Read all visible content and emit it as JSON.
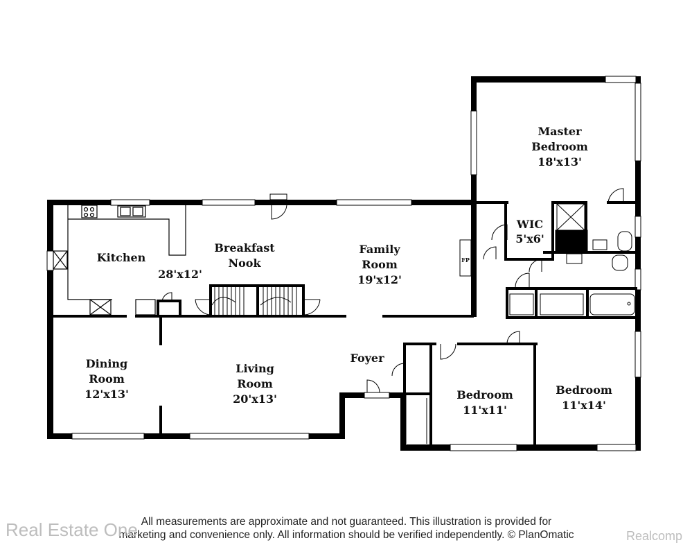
{
  "colors": {
    "wall": "#000000",
    "window": "#ffffff",
    "watermark": "#bdbdbd"
  },
  "rooms": {
    "master_bedroom": {
      "name1": "Master",
      "name2": "Bedroom",
      "dims": "18'x13'"
    },
    "wic": {
      "name": "WIC",
      "dims": "5'x6'"
    },
    "kitchen": {
      "name": "Kitchen"
    },
    "breakfast_nook": {
      "name1": "Breakfast",
      "name2": "Nook",
      "dims": "28'x12'"
    },
    "family_room": {
      "name1": "Family",
      "name2": "Room",
      "dims": "19'x12'"
    },
    "fireplace": {
      "label": "FP"
    },
    "dining_room": {
      "name1": "Dining",
      "name2": "Room",
      "dims": "12'x13'"
    },
    "living_room": {
      "name1": "Living",
      "name2": "Room",
      "dims": "20'x13'"
    },
    "foyer": {
      "name": "Foyer"
    },
    "bedroom_1": {
      "name": "Bedroom",
      "dims": "11'x11'"
    },
    "bedroom_2": {
      "name": "Bedroom",
      "dims": "11'x14'"
    }
  },
  "disclaimer": {
    "line1": "All measurements are approximate and not guaranteed. This illustration is provided for",
    "line2": "marketing and convenience only. All information should be verified independently. © PlanOmatic"
  },
  "watermarks": {
    "left": "Real Estate One",
    "right": "Realcomp"
  }
}
